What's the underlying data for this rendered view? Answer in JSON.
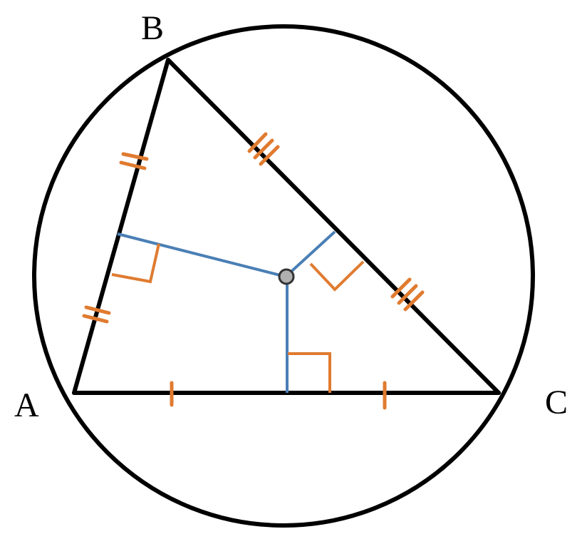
{
  "vertices": {
    "A": {
      "label": "A"
    },
    "B": {
      "label": "B"
    },
    "C": {
      "label": "C"
    }
  },
  "colors": {
    "outline": "#000000",
    "bisector": "#4a7fb5",
    "marks": "#e07b30",
    "center_fill": "#b0b0b0",
    "background": "#ffffff"
  }
}
